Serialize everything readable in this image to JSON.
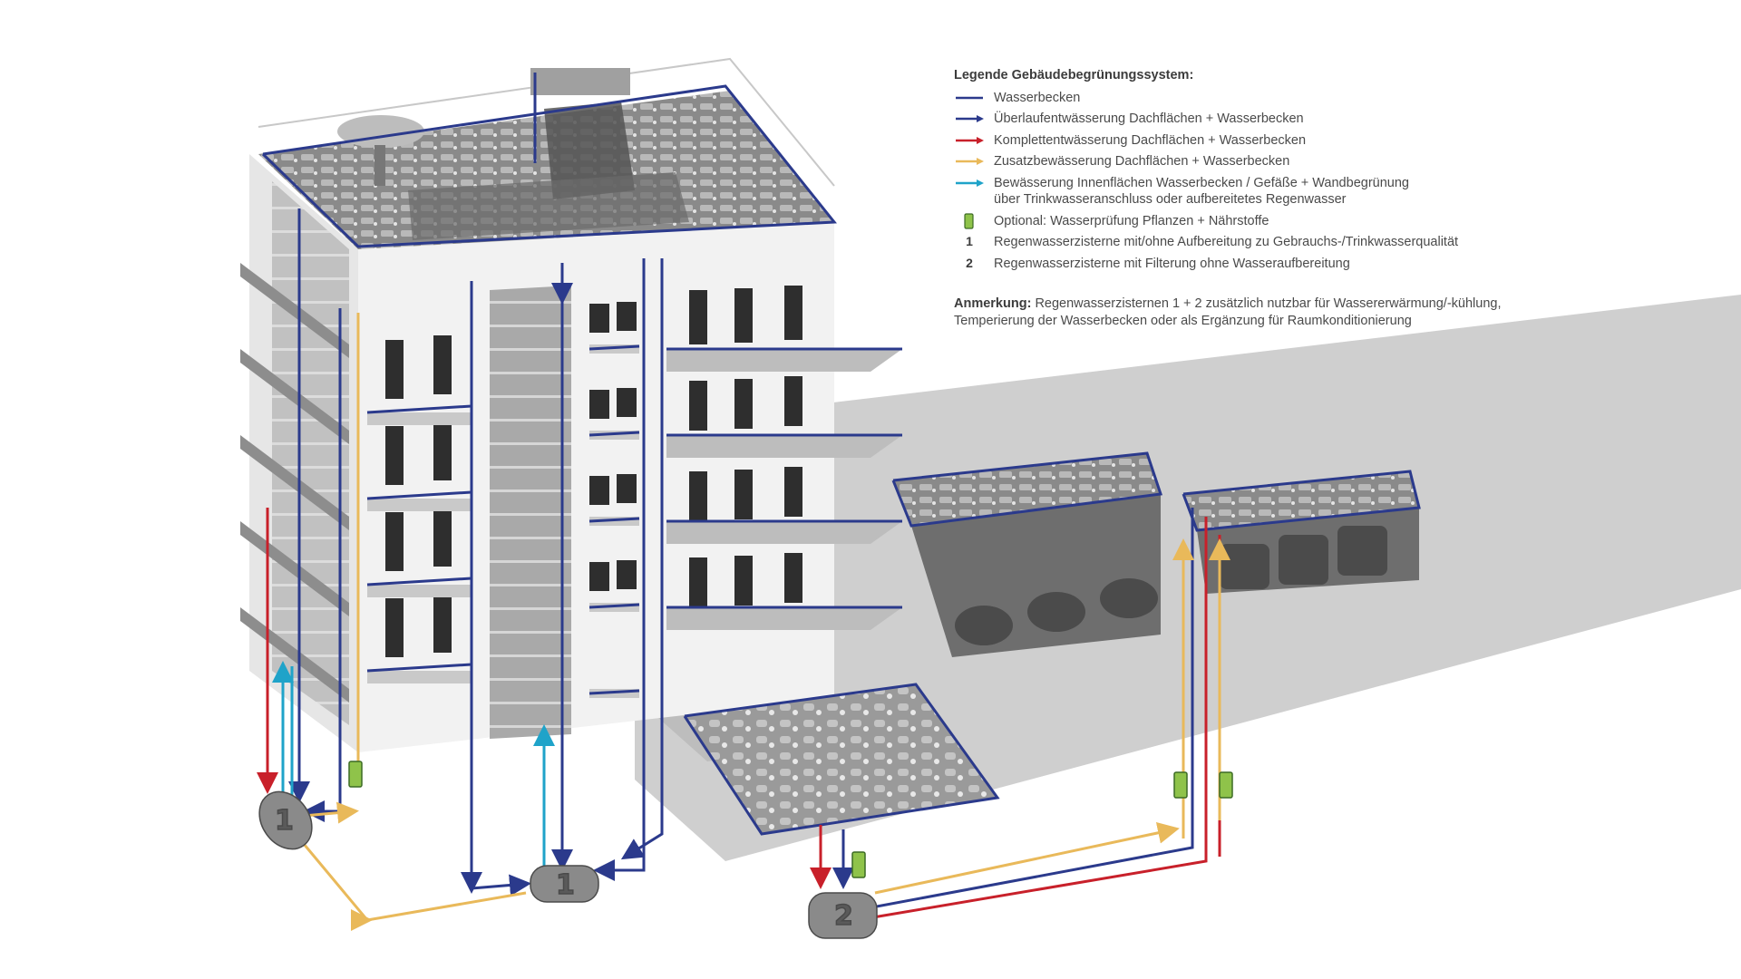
{
  "legend": {
    "title": "Legende Gebäudebegrünungssystem:",
    "items": [
      {
        "symbol": "line",
        "color": "#2b3a8c",
        "text": "Wasserbecken"
      },
      {
        "symbol": "arrow",
        "color": "#2b3a8c",
        "text": "Überlaufentwässerung Dachflächen + Wasserbecken"
      },
      {
        "symbol": "arrow",
        "color": "#c8202a",
        "text": "Komplettentwässerung Dachflächen + Wasserbecken"
      },
      {
        "symbol": "arrow",
        "color": "#e9b95a",
        "text": "Zusatzbewässerung Dachflächen + Wasserbecken"
      },
      {
        "symbol": "arrow",
        "color": "#1fa3c9",
        "text": "Bewässerung Innenflächen Wasserbecken / Gefäße + Wandbegrünung",
        "text2": "über Trinkwasseranschluss oder aufbereitetes Regenwasser"
      },
      {
        "symbol": "sensor",
        "color": "#8fc34a",
        "text": "Optional: Wasserprüfung Pflanzen + Nährstoffe"
      },
      {
        "symbol": "number",
        "label": "1",
        "text": "Regenwasserzisterne mit/ohne Aufbereitung zu Gebrauchs-/Trinkwasserqualität"
      },
      {
        "symbol": "number",
        "label": "2",
        "text": "Regenwasserzisterne mit Filterung ohne Wasseraufbereitung"
      }
    ],
    "note_label": "Anmerkung:",
    "note_text": "Regenwasserzisternen 1 + 2 zusätzlich nutzbar für Wassererwärmung/-kühlung,",
    "note_text2": "Temperierung der Wasserbecken oder als Ergänzung für Raumkonditionierung"
  },
  "tanks": {
    "left_label": "1",
    "center_label": "1",
    "right_label": "2"
  },
  "colors": {
    "blue": "#2b3a8c",
    "red": "#c8202a",
    "yellow": "#e9b95a",
    "cyan": "#1fa3c9",
    "green": "#8fc34a"
  }
}
